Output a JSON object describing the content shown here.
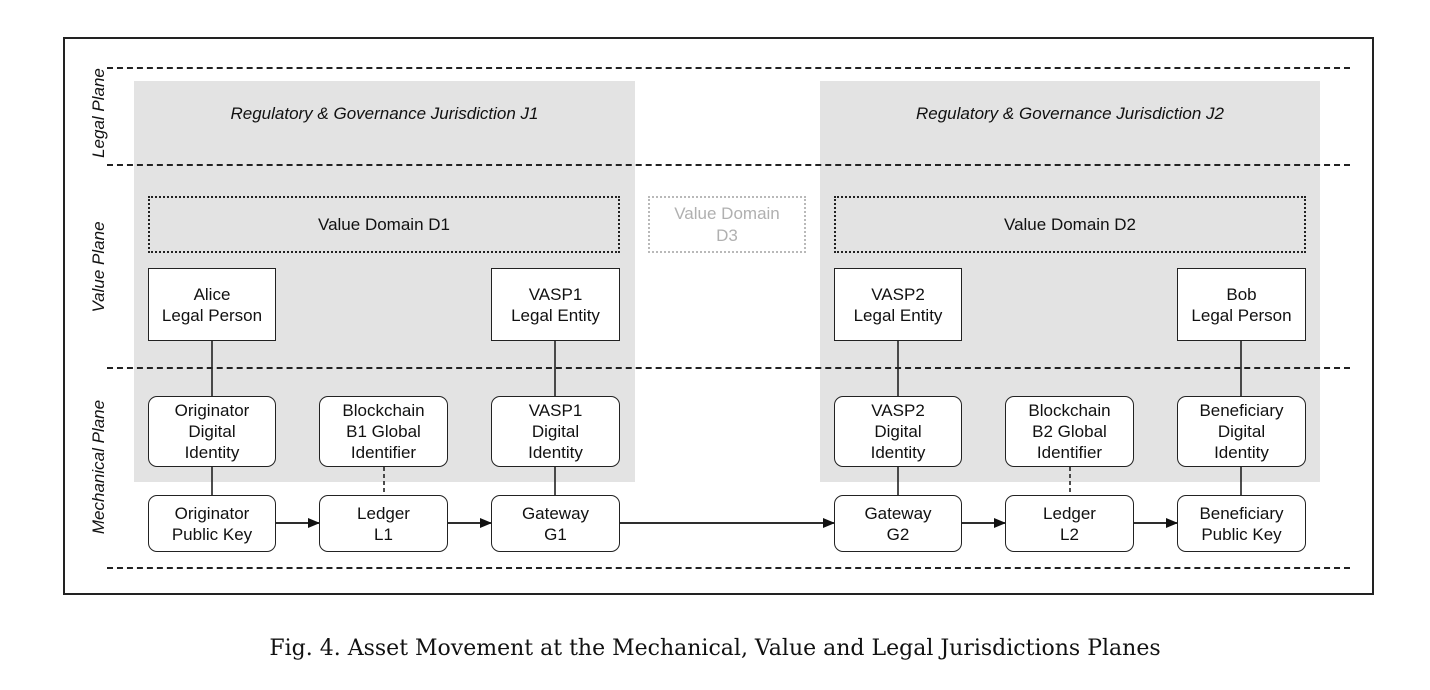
{
  "planes": {
    "legal": "Legal Plane",
    "value": "Value Plane",
    "mechanical": "Mechanical Plane"
  },
  "jurisdictions": {
    "j1": "Regulatory & Governance Jurisdiction J1",
    "j2": "Regulatory & Governance Jurisdiction J2"
  },
  "value_domains": {
    "d1": "Value Domain D1",
    "d2": "Value Domain D2",
    "d3": "Value Domain\nD3"
  },
  "nodes": {
    "alice": "Alice\nLegal Person",
    "vasp1_entity": "VASP1\nLegal Entity",
    "vasp2_entity": "VASP2\nLegal Entity",
    "bob": "Bob\nLegal Person",
    "originator_identity": "Originator\nDigital\nIdentity",
    "b1_identifier": "Blockchain\nB1 Global\nIdentifier",
    "vasp1_identity": "VASP1\nDigital\nIdentity",
    "vasp2_identity": "VASP2\nDigital\nIdentity",
    "b2_identifier": "Blockchain\nB2 Global\nIdentifier",
    "beneficiary_identity": "Beneficiary\nDigital\nIdentity",
    "originator_key": "Originator\nPublic Key",
    "ledger_l1": "Ledger\nL1",
    "gateway_g1": "Gateway\nG1",
    "gateway_g2": "Gateway\nG2",
    "ledger_l2": "Ledger\nL2",
    "beneficiary_key": "Beneficiary\nPublic Key"
  },
  "caption": "Fig. 4.  Asset Movement at the Mechanical, Value and Legal Jurisdictions Planes"
}
